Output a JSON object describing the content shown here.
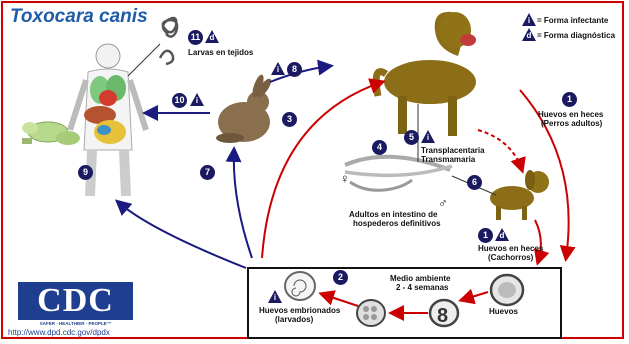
{
  "title": "Toxocara canis",
  "legend": {
    "infective_letter": "i",
    "infective_text": "= Forma infectante",
    "diagnostic_letter": "d",
    "diagnostic_text": "= Forma diagnóstica"
  },
  "steps": {
    "s1": "1",
    "s2": "2",
    "s3": "3",
    "s4": "4",
    "s5": "5",
    "s6": "6",
    "s7": "7",
    "s8": "8",
    "s9": "9",
    "s10": "10",
    "s11": "11",
    "s1b": "1"
  },
  "labels": {
    "larvas_tejidos": "Larvas en tejidos",
    "huevos_heces_adultos_1": "Huevos en heces",
    "huevos_heces_adultos_2": "(Perros adultos)",
    "transplacentaria": "Transplacentaria",
    "transmamaria": "Transmamaria",
    "adultos_1": "Adultos en intestino de",
    "adultos_2": "hospederos definitivos",
    "huevos_cachorros_1": "Huevos en heces",
    "huevos_cachorros_2": "(Cachorros)",
    "medio_1": "Medio ambiente",
    "medio_2": "2 - 4 semanas",
    "huevos": "Huevos",
    "embrionados_1": "Huevos embrionados",
    "embrionados_2": "(larvados)",
    "female_symbol": "♀",
    "male_symbol": "♂"
  },
  "cdc": {
    "logo": "CDC",
    "tagline": "SAFER · HEALTHIER · PEOPLE™",
    "url": "http://www.dpd.cdc.gov/dpdx"
  },
  "colors": {
    "border": "#d40000",
    "arrow_red": "#cc0000",
    "arrow_blue": "#1a1a80",
    "badge": "#1a1a60",
    "title": "#1f5da8",
    "cdc_blue": "#1e3f8f"
  }
}
